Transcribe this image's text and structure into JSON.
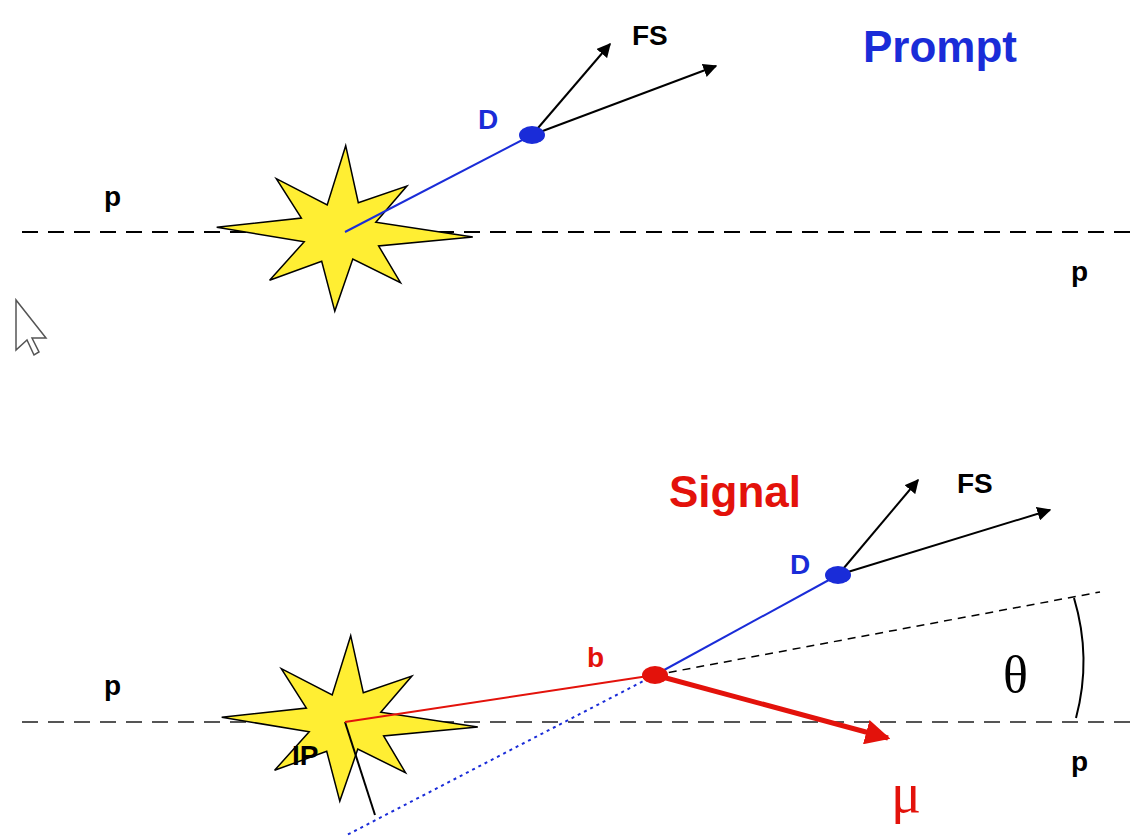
{
  "diagram": {
    "nodes": [
      {
        "text": [
          "IP"
        ]
      }
    ],
    "labels": [
      "FS",
      "Prompt",
      "D",
      "p",
      "p",
      "Signal",
      "FS",
      "D",
      "b",
      "θ",
      "p",
      "μ",
      "p"
    ]
  }
}
